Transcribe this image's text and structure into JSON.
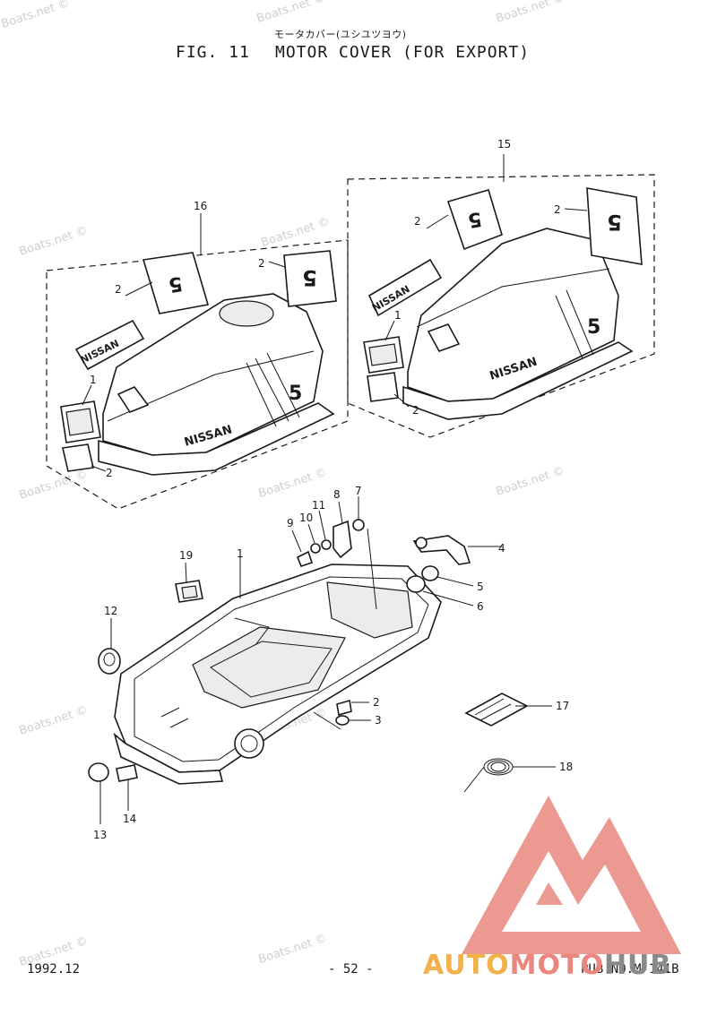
{
  "header": {
    "subtitle_jp": "モータカバー(ユシユツヨウ)",
    "fig_label": "FIG. 11",
    "fig_title": "MOTOR COVER (FOR EXPORT)"
  },
  "callouts": {
    "c1_a": "1",
    "c1_b": "1",
    "c1_c": "1",
    "c2_a": "2",
    "c2_b": "2",
    "c2_c": "2",
    "c2_d": "2",
    "c2_e": "2",
    "c2_f": "2",
    "c2_g": "2",
    "c3": "3",
    "c4": "4",
    "c5": "5",
    "c6": "6",
    "c7": "7",
    "c8": "8",
    "c9": "9",
    "c10": "10",
    "c11": "11",
    "c12": "12",
    "c13": "13",
    "c14": "14",
    "c15": "15",
    "c16": "16",
    "c17": "17",
    "c18": "18",
    "c19": "19"
  },
  "decals": {
    "brand_left": "NISSAN",
    "brand_left_side": "NISSAN",
    "brand_right": "NISSAN",
    "brand_right_side": "NISSAN",
    "hp_left": "5",
    "hp_right": "5",
    "hp_sticker": "5"
  },
  "footer": {
    "date": "1992.12",
    "page": "- 52 -",
    "pub_no": "PUB.NO.M-141B"
  },
  "watermarks": {
    "text": "Boats.net ©"
  },
  "brand_overlay": {
    "part1": "AUTO",
    "part2": "MOTO",
    "part3": "HUB"
  },
  "colors": {
    "line": "#1a1a1a",
    "watermark": "#cfcfcf",
    "logo_red": "#e9877f",
    "logo_orange": "#f2b14a",
    "logo_gray": "#8a8a8a"
  }
}
